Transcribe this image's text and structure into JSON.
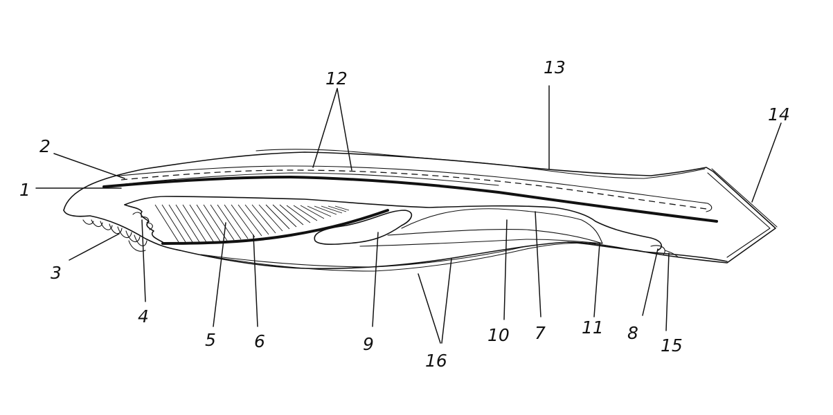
{
  "labels": [
    "1",
    "2",
    "3",
    "4",
    "5",
    "6",
    "7",
    "8",
    "9",
    "10",
    "11",
    "12",
    "13",
    "14",
    "15",
    "16"
  ],
  "colors": {
    "ink": "#111111",
    "paper": "#ffffff"
  }
}
